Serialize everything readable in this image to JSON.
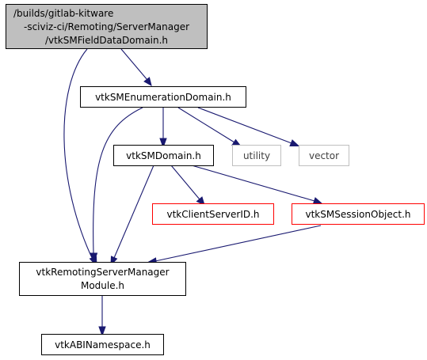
{
  "diagram": {
    "nodes": {
      "root": {
        "line1": "/builds/gitlab-kitware",
        "line2": "-sciviz-ci/Remoting/ServerManager",
        "line3": "/vtkSMFieldDataDomain.h",
        "fill": "#bfbfbf",
        "stroke": "#000000"
      },
      "enumeration_domain": {
        "label": "vtkSMEnumerationDomain.h",
        "stroke": "#000000"
      },
      "sm_domain": {
        "label": "vtkSMDomain.h",
        "stroke": "#000000"
      },
      "utility": {
        "label": "utility",
        "stroke": "#bfbfbf"
      },
      "vector": {
        "label": "vector",
        "stroke": "#bfbfbf"
      },
      "client_server_id": {
        "label": "vtkClientServerID.h",
        "stroke": "#ff0000"
      },
      "session_object": {
        "label": "vtkSMSessionObject.h",
        "stroke": "#ff0000"
      },
      "remoting_module": {
        "line1": "vtkRemotingServerManager",
        "line2": "Module.h",
        "stroke": "#000000"
      },
      "abi_namespace": {
        "label": "vtkABINamespace.h",
        "stroke": "#000000"
      }
    },
    "edge_color": "#191970"
  }
}
